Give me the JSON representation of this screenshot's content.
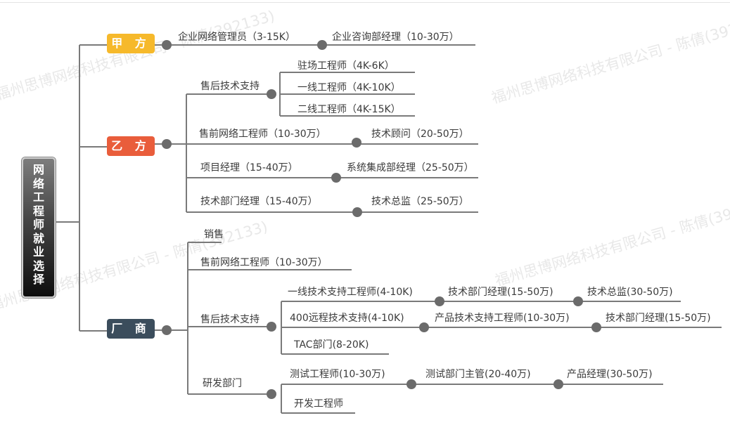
{
  "root": {
    "label": "网络工程师就业选择"
  },
  "watermark": "福州思博网络科技有限公司 - 陈倩(392133)",
  "colors": {
    "line": "#7a7a7a",
    "node": "#6b6b6b",
    "jiafang": "#f6b92b",
    "yifang": "#e95d3b",
    "changshang": "#3b4d5c"
  },
  "branches": {
    "jiafang": {
      "label": "甲 方",
      "path": [
        "企业网络管理员（3-15K）",
        "企业咨询部经理（10-30万）"
      ]
    },
    "yifang": {
      "label": "乙 方",
      "shouhou": {
        "label": "售后技术支持",
        "items": [
          "驻场工程师（4K-6K）",
          "一线工程师（4K-10K）",
          "二线工程师（4K-15K）"
        ]
      },
      "shouqian": [
        "售前网络工程师（10-30万）",
        "技术顾问（20-50万）"
      ],
      "xiangmu": [
        "项目经理（15-40万）",
        "系统集成部经理（25-50万）"
      ],
      "jishubu": [
        "技术部门经理（15-40万）",
        "技术总监（25-50万）"
      ]
    },
    "changshang": {
      "label": "厂 商",
      "xiaoshou": "销售",
      "shouqian": "售前网络工程师（10-30万）",
      "shouhou": {
        "label": "售后技术支持",
        "line1": [
          "一线技术支持工程师(4-10K)",
          "技术部门经理(15-50万)",
          "技术总监(30-50万)"
        ],
        "line2": [
          "400远程技术支持(4-10K)",
          "产品技术支持工程师(10-30万)",
          "技术部门经理(15-50万)"
        ],
        "line3": "TAC部门(8-20K)"
      },
      "yanfa": {
        "label": "研发部门",
        "line1": [
          "测试工程师(10-30万)",
          "测试部门主管(20-40万)",
          "产品经理(30-50万)"
        ],
        "line2": "开发工程师"
      }
    }
  }
}
